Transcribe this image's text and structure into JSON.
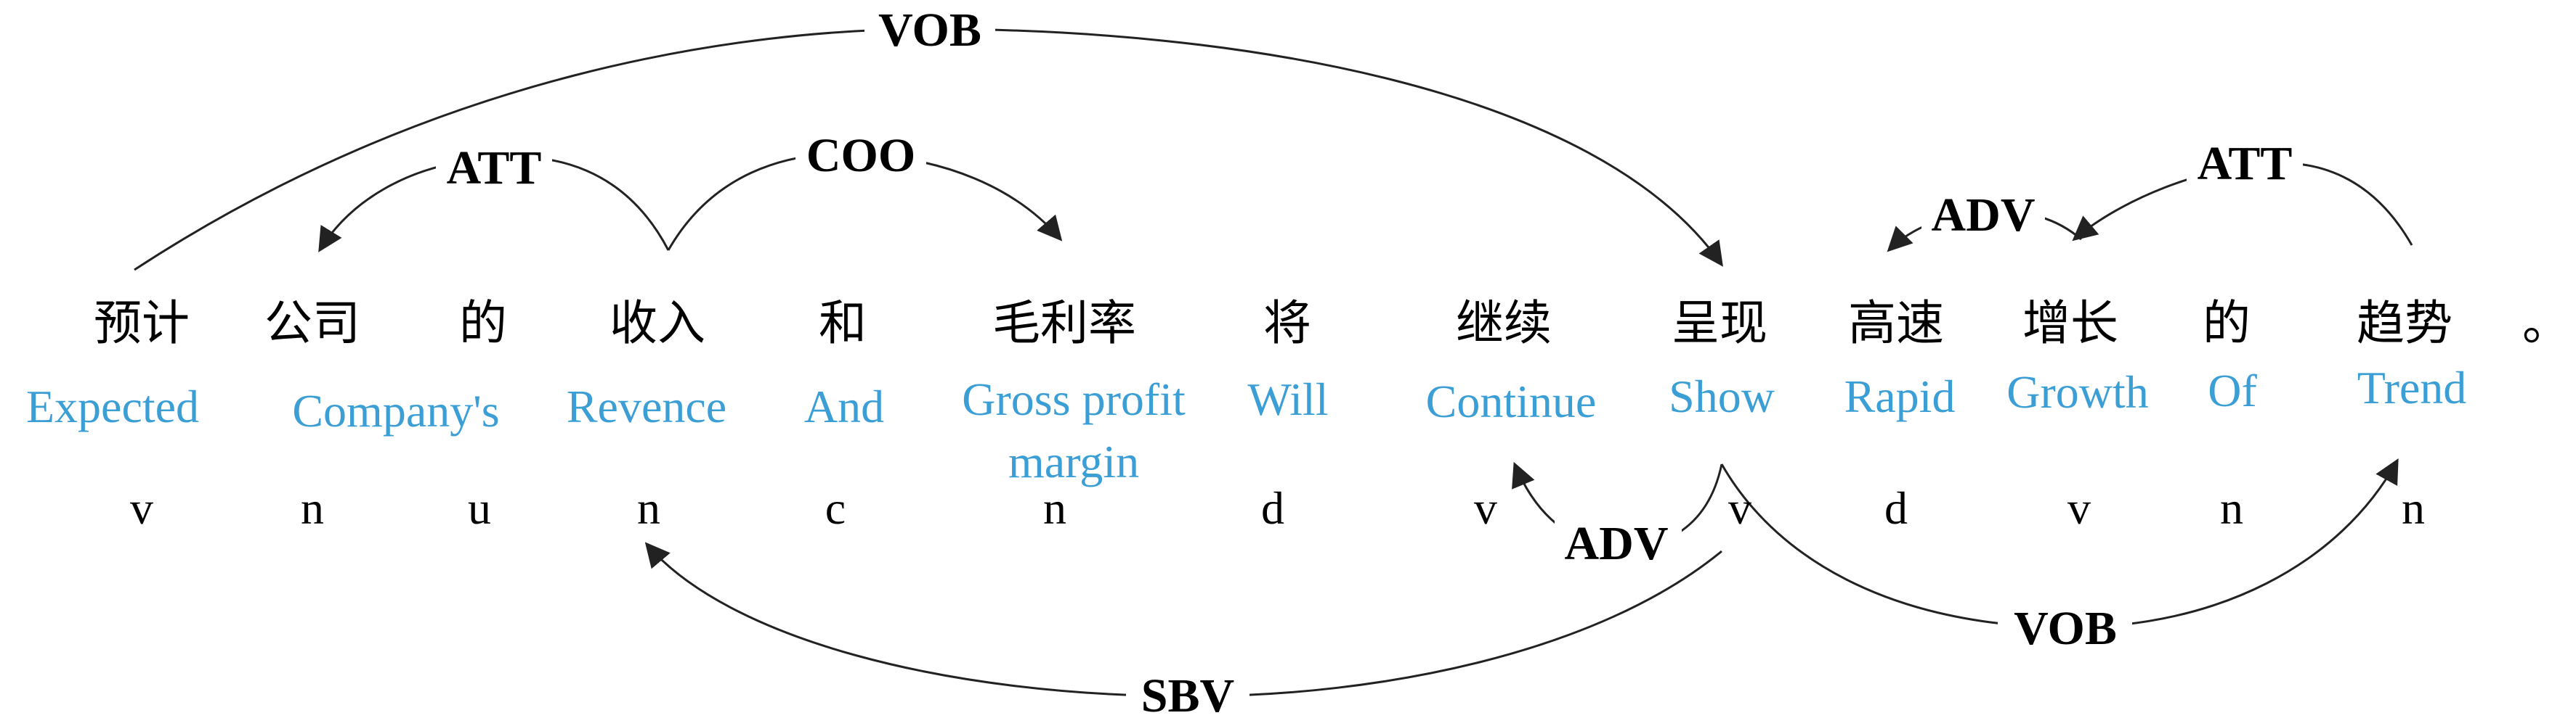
{
  "tokens": [
    {
      "zh": "预计",
      "en": "Expected",
      "pos": "v"
    },
    {
      "zh": "公司",
      "en": "Company's",
      "pos": "n"
    },
    {
      "zh": "的",
      "en": "",
      "pos": "u"
    },
    {
      "zh": "收入",
      "en": "Revence",
      "pos": "n"
    },
    {
      "zh": "和",
      "en": "And",
      "pos": "c"
    },
    {
      "zh": "毛利率",
      "en": "Gross profit",
      "en2": "margin",
      "pos": "n"
    },
    {
      "zh": "将",
      "en": "Will",
      "pos": "d"
    },
    {
      "zh": "继续",
      "en": "Continue",
      "pos": "v"
    },
    {
      "zh": "呈现",
      "en": "Show",
      "pos": "v"
    },
    {
      "zh": "高速",
      "en": "Rapid",
      "pos": "d"
    },
    {
      "zh": "增长",
      "en": "Growth",
      "pos": "v"
    },
    {
      "zh": "的",
      "en": "Of",
      "pos": "n"
    },
    {
      "zh": "趋势",
      "en": "Trend",
      "pos": "n"
    },
    {
      "zh": "。",
      "en": "",
      "pos": ""
    }
  ],
  "relations": [
    {
      "label": "VOB",
      "from": "预计",
      "to": "呈现"
    },
    {
      "label": "ATT",
      "from": "收入",
      "to": "公司"
    },
    {
      "label": "COO",
      "from": "收入",
      "to": "毛利率"
    },
    {
      "label": "ADV",
      "from": "增长",
      "to": "高速"
    },
    {
      "label": "ATT",
      "from": "趋势",
      "to": "增长"
    },
    {
      "label": "ADV",
      "from": "呈现",
      "to": "继续"
    },
    {
      "label": "SBV",
      "from": "呈现",
      "to": "收入"
    },
    {
      "label": "VOB",
      "from": "呈现",
      "to": "趋势"
    }
  ],
  "colors": {
    "english": "#3b9fd6",
    "text": "#000000",
    "arc": "#222222"
  }
}
